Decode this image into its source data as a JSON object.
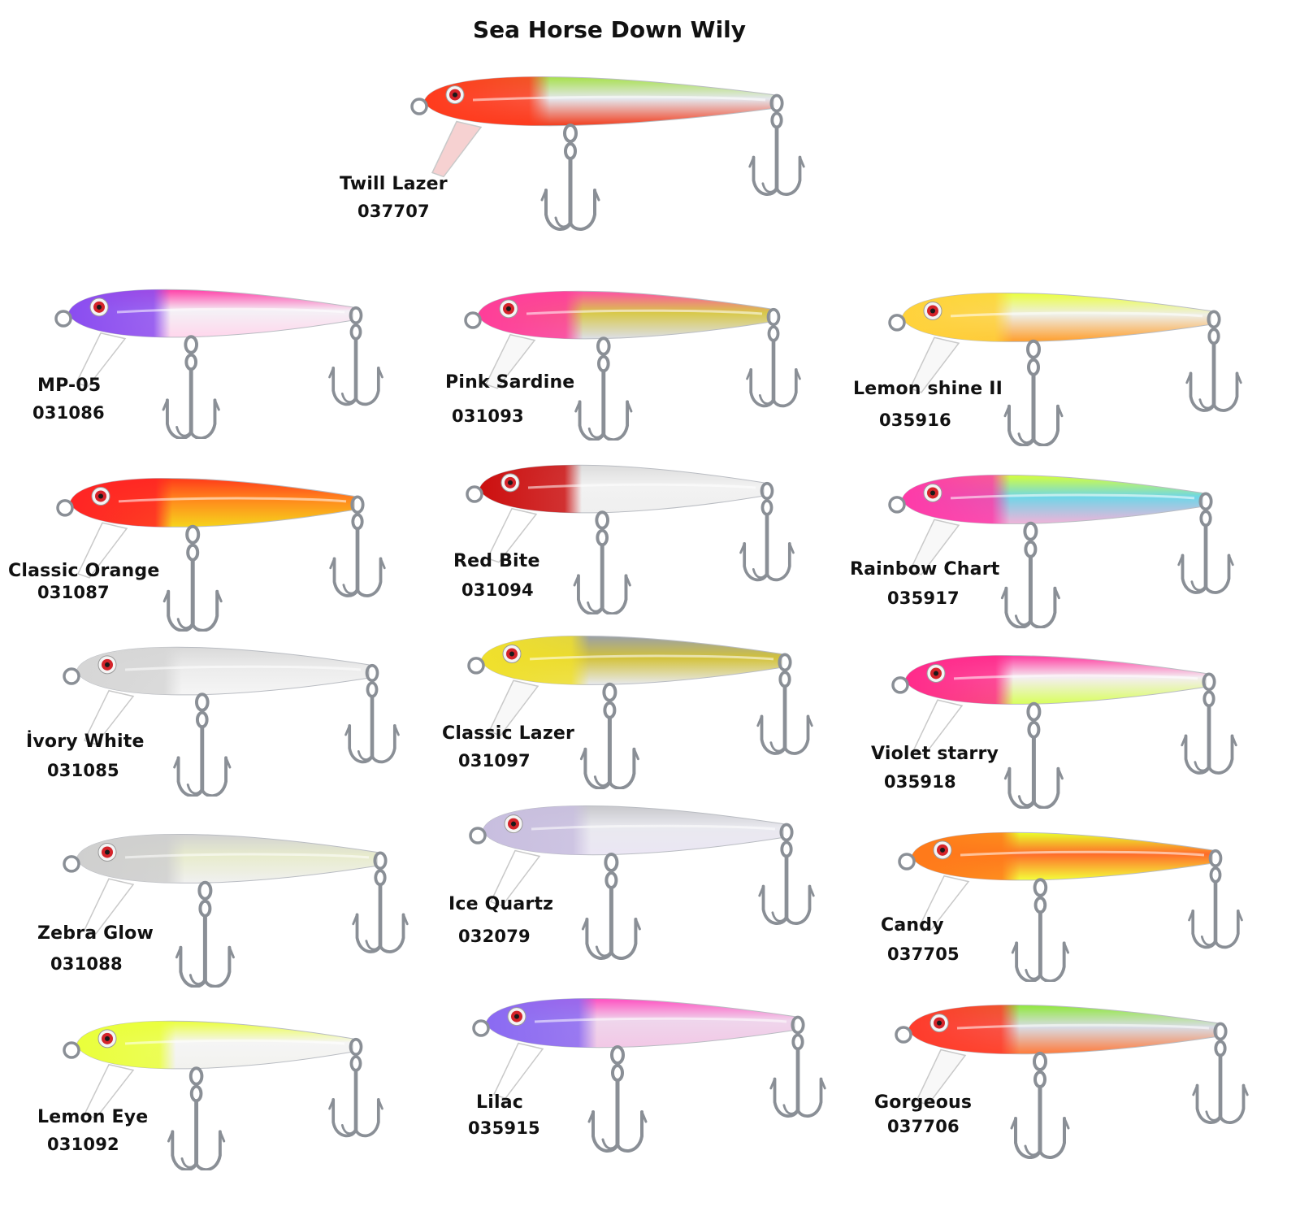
{
  "title": "Sea Horse Down Wily",
  "lures": [
    {
      "name": "Twill Lazer",
      "code": "037707",
      "colors": {
        "head": "#ff3a1c",
        "back": "#a6e04a",
        "belly": "#f23c1c",
        "mid": "#e4e7ee",
        "lip": "#f3c2c2"
      }
    },
    {
      "name": "MP-05",
      "code": "031086",
      "colors": {
        "head": "#8a4cf0",
        "back": "#ff3fa8",
        "belly": "#ffd6ec",
        "mid": "#f4f1f6",
        "lip": "#ffffff"
      }
    },
    {
      "name": "Pink Sardine",
      "code": "031093",
      "colors": {
        "head": "#ff3d9a",
        "back": "#ff4fa6",
        "belly": "#dcdfe8",
        "mid": "#d8c848",
        "lip": "#f6f6f6"
      }
    },
    {
      "name": "Lemon shine II",
      "code": "035916",
      "colors": {
        "head": "#ffd23a",
        "back": "#eaff3c",
        "belly": "#ff9d2a",
        "mid": "#eeeee6",
        "lip": "#f6f6f6"
      }
    },
    {
      "name": "Classic Orange",
      "code": "031087",
      "colors": {
        "head": "#ff2424",
        "back": "#ff3a1a",
        "belly": "#f6d41c",
        "mid": "#ff8a1c",
        "lip": "#ffffff"
      }
    },
    {
      "name": "Red Bite",
      "code": "031094",
      "colors": {
        "head": "#cc0f0f",
        "back": "#dcdcdc",
        "belly": "#efefef",
        "mid": "#f2f2f2",
        "lip": "#ffffff"
      }
    },
    {
      "name": "Rainbow Chart",
      "code": "035917",
      "colors": {
        "head": "#ff3aa8",
        "back": "#d6ff3a",
        "belly": "#f2b3d9",
        "mid": "#6fd6e8",
        "lip": "#f6f6f6"
      }
    },
    {
      "name": "İvory White",
      "code": "031085",
      "colors": {
        "head": "#d6d6d6",
        "back": "#d9d9d9",
        "belly": "#f5f5f5",
        "mid": "#ececec",
        "lip": "#ffffff"
      }
    },
    {
      "name": "Classic Lazer",
      "code": "031097",
      "colors": {
        "head": "#f0e02c",
        "back": "#9aa0a8",
        "belly": "#e7e9ee",
        "mid": "#d3c23a",
        "lip": "#f6f6f6"
      }
    },
    {
      "name": "Violet starry",
      "code": "035918",
      "colors": {
        "head": "#ff2a8a",
        "back": "#ff3aa0",
        "belly": "#d8ff5a",
        "mid": "#f4eef2",
        "lip": "#ffffff"
      }
    },
    {
      "name": "Zebra Glow",
      "code": "031088",
      "colors": {
        "head": "#cfcfcf",
        "back": "#d2d2d2",
        "belly": "#f0f0f0",
        "mid": "#e8eccd",
        "lip": "#ffffff"
      }
    },
    {
      "name": "Ice Quartz",
      "code": "032079",
      "colors": {
        "head": "#c8bedf",
        "back": "#c8c8cc",
        "belly": "#ebe6f4",
        "mid": "#e9e9ef",
        "lip": "#ffffff"
      }
    },
    {
      "name": "Candy",
      "code": "037705",
      "colors": {
        "head": "#ff7a1a",
        "back": "#eaff2a",
        "belly": "#f4ff3a",
        "mid": "#ff6b2a",
        "lip": "#ffffff"
      }
    },
    {
      "name": "Lemon Eye",
      "code": "031092",
      "colors": {
        "head": "#eaff3a",
        "back": "#eaff3a",
        "belly": "#f2f2ee",
        "mid": "#f5f5f5",
        "lip": "#ffffff"
      }
    },
    {
      "name": "Lilac",
      "code": "035915",
      "colors": {
        "head": "#8a6af2",
        "back": "#ff4fc0",
        "belly": "#f2c8e6",
        "mid": "#efd6ec",
        "lip": "#ffffff"
      }
    },
    {
      "name": "Gorgeous",
      "code": "037706",
      "colors": {
        "head": "#ff3a2a",
        "back": "#8fe83a",
        "belly": "#ff7a3a",
        "mid": "#d8dce6",
        "lip": "#f6f6f6"
      }
    }
  ]
}
